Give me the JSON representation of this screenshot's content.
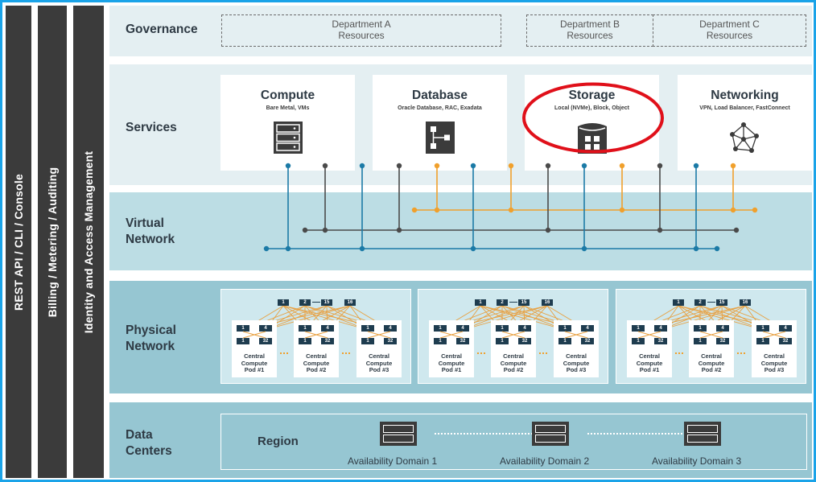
{
  "side_bars": [
    {
      "label": "REST API / CLI / Console"
    },
    {
      "label": "Billing / Metering / Auditing"
    },
    {
      "label": "Identity and Access Management"
    }
  ],
  "layers": {
    "governance": "Governance",
    "services": "Services",
    "virtual_network": [
      "Virtual",
      "Network"
    ],
    "physical_network": [
      "Physical",
      "Network"
    ],
    "data_centers": [
      "Data",
      "Centers"
    ]
  },
  "departments": [
    {
      "line1": "Department A",
      "line2": "Resources"
    },
    {
      "line1": "Department B",
      "line2": "Resources"
    },
    {
      "line1": "Department C",
      "line2": "Resources"
    }
  ],
  "services": [
    {
      "title": "Compute",
      "subtitle": "Bare Metal, VMs",
      "icon": "server-rack-icon"
    },
    {
      "title": "Database",
      "subtitle": "Oracle Database, RAC, Exadata",
      "icon": "database-flow-icon"
    },
    {
      "title": "Storage",
      "subtitle": "Local (NVMe), Block, Object",
      "icon": "storage-cylinder-icon"
    },
    {
      "title": "Networking",
      "subtitle": "VPN, Load Balancer, FastConnect",
      "icon": "network-mesh-icon"
    }
  ],
  "highlight": {
    "target": "Storage",
    "color": "#e0101a"
  },
  "physical": {
    "spine_switches": [
      "1",
      "2",
      "15",
      "16"
    ],
    "leaf_switches": [
      "1",
      "4",
      "1",
      "32"
    ],
    "pods": [
      {
        "line1": "Central",
        "line2": "Compute",
        "line3": "Pod #1"
      },
      {
        "line1": "Central",
        "line2": "Compute",
        "line3": "Pod #2"
      },
      {
        "line1": "Central",
        "line2": "Compute",
        "line3": "Pod #3"
      }
    ]
  },
  "data_centers": {
    "region": "Region",
    "availability_domains": [
      "Availability Domain 1",
      "Availability Domain 2",
      "Availability Domain 3"
    ]
  },
  "colors": {
    "frame": "#1aa3e8",
    "sidebar": "#3b3b3b",
    "band_light": "#e4eff2",
    "band_mid": "#bcdde4",
    "band_dark": "#96c6d2",
    "line_blue": "#1b7aa6",
    "line_gray": "#4a4a4a",
    "line_orange": "#f0a02c",
    "switch": "#1e3c4f"
  }
}
